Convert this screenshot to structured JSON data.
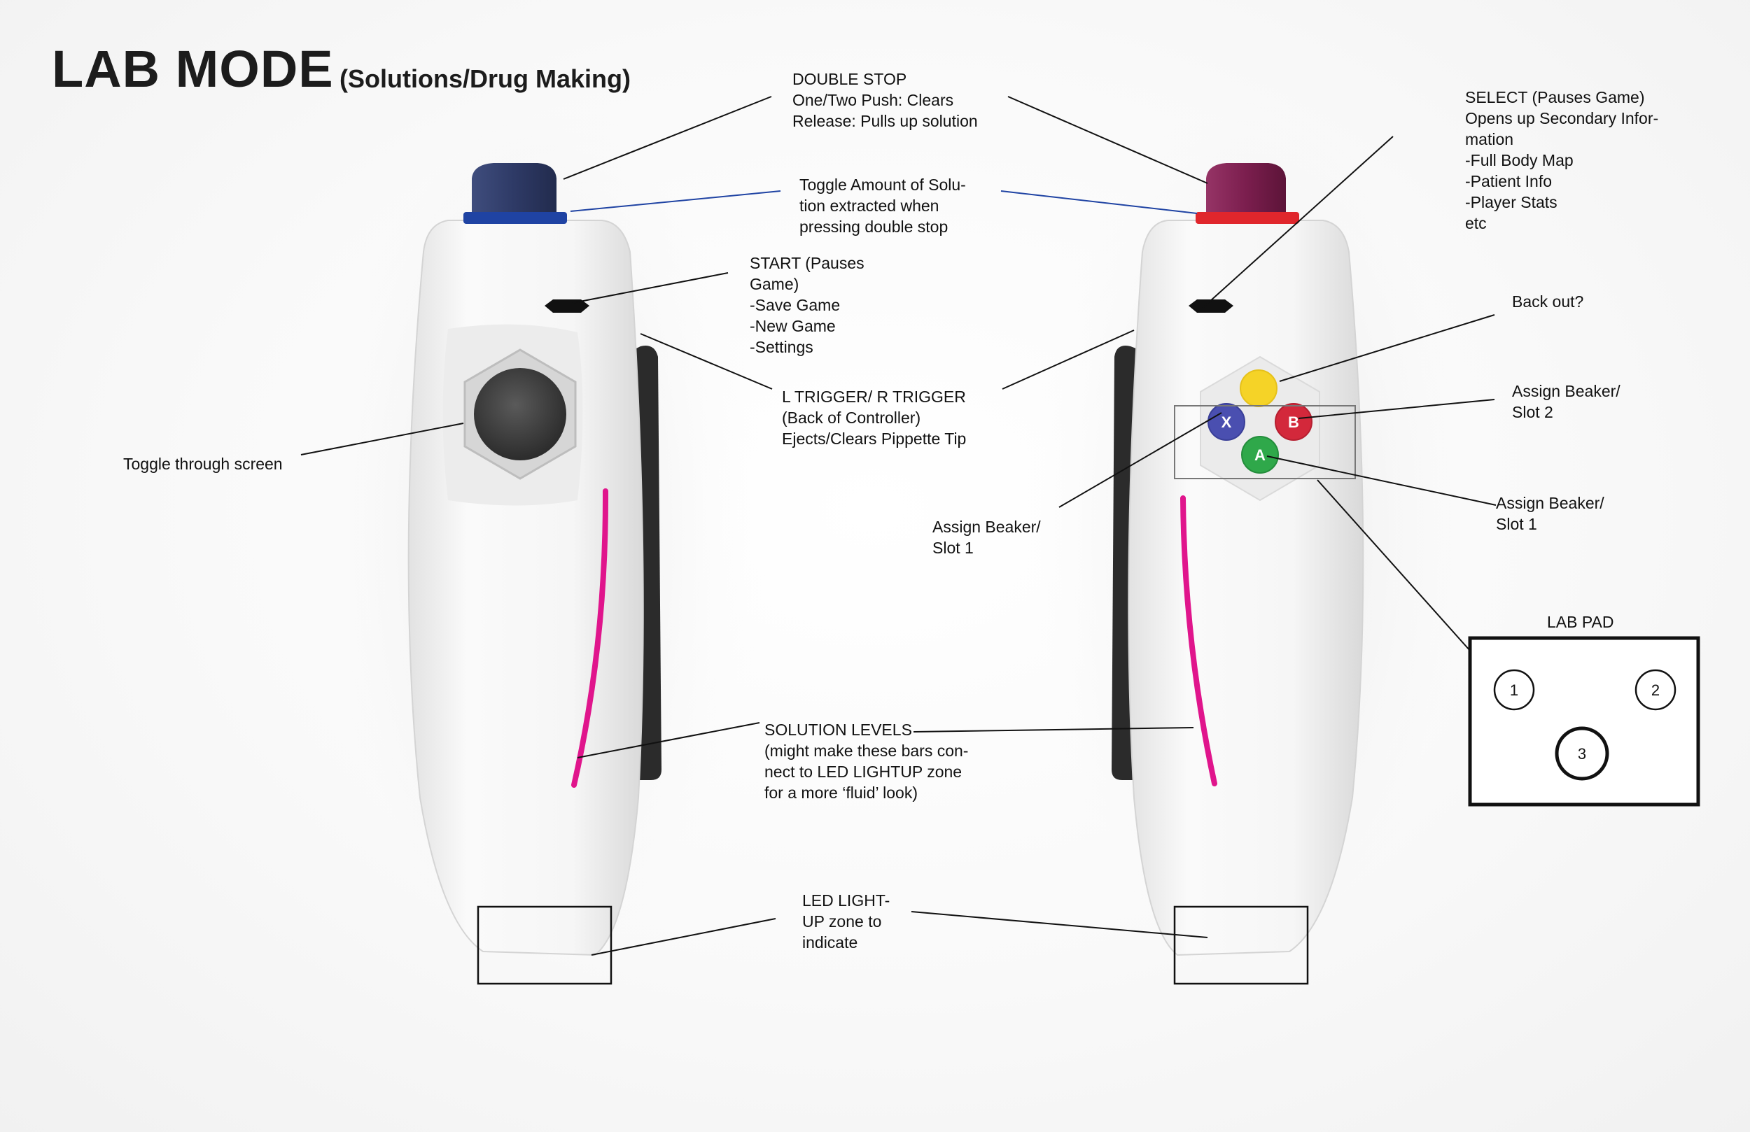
{
  "title": {
    "main": "LAB MODE",
    "sub": "(Solutions/Drug Making)"
  },
  "annotations": {
    "double_stop": "DOUBLE STOP\nOne/Two Push: Clears\nRelease: Pulls up solution",
    "toggle_amount": "Toggle Amount of Solu-\ntion extracted when\npressing double stop",
    "start": "START (Pauses\nGame)\n-Save Game\n-New Game\n-Settings",
    "triggers": "L TRIGGER/ R TRIGGER\n(Back of Controller)\nEjects/Clears Pippette Tip",
    "toggle_screen": "Toggle through screen",
    "assign_slot1_left": "Assign Beaker/\nSlot 1",
    "solution_levels": "SOLUTION LEVELS\n(might make these bars con-\nnect to LED LIGHTUP zone\nfor a more ‘fluid’ look)",
    "led": "LED LIGHT-\nUP zone to\nindicate",
    "select": "SELECT (Pauses Game)\nOpens up Secondary Infor-\nmation\n-Full Body Map\n-Patient Info\n-Player Stats\netc",
    "back_out": "Back out?",
    "assign_slot2": "Assign Beaker/\nSlot 2",
    "assign_slot1_right": "Assign Beaker/\nSlot 1",
    "lab_pad_title": "LAB PAD"
  },
  "face_buttons": [
    {
      "letter": "",
      "color": "#f5d327"
    },
    {
      "letter": "X",
      "color": "#4a4fb0"
    },
    {
      "letter": "B",
      "color": "#d3283b"
    },
    {
      "letter": "A",
      "color": "#2fa84a"
    }
  ],
  "lab_pad_slots": [
    "1",
    "2",
    "3"
  ],
  "colors": {
    "left_cap": "#2e3a66",
    "left_ring": "#1f43a3",
    "right_cap": "#7b1e4e",
    "right_ring": "#e0262c",
    "solution_bar": "#e0158c",
    "body": "#f3f3f3"
  }
}
